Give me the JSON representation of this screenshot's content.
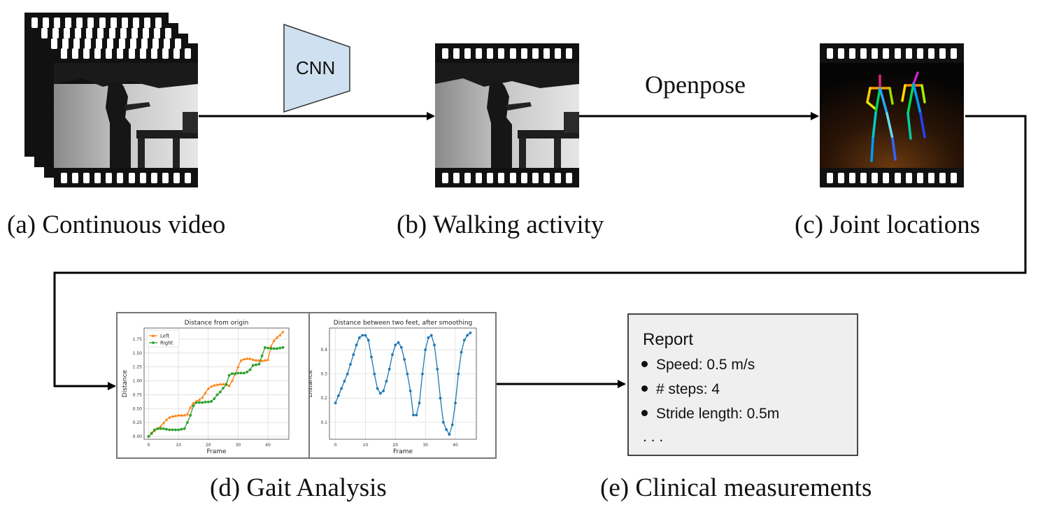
{
  "stages": {
    "a": {
      "label": "(a) Continuous video"
    },
    "b": {
      "label": "(b) Walking activity"
    },
    "c": {
      "label": "(c) Joint locations"
    },
    "d": {
      "label": "(d) Gait Analysis"
    },
    "e": {
      "label": "(e) Clinical measurements"
    }
  },
  "arrows": {
    "cnn_label": "CNN",
    "openpose_label": "Openpose"
  },
  "report": {
    "title": "Report",
    "items": [
      "Speed: 0.5 m/s",
      "# steps: 4",
      "Stride length: 0.5m"
    ],
    "ellipsis": ". . ."
  },
  "colors": {
    "cnn_fill": "#cfe0f0",
    "left_series": "#ff7f0e",
    "right_series": "#2ca02c",
    "smooth_series": "#1f77b4",
    "report_bg": "#efefef"
  },
  "chart_data": [
    {
      "type": "line",
      "title": "Distance from origin",
      "xlabel": "Frame",
      "ylabel": "Distance",
      "xlim": [
        -1.5,
        47
      ],
      "ylim": [
        -0.05,
        1.95
      ],
      "xticks": [
        0,
        10,
        20,
        30,
        40
      ],
      "yticks": [
        0.0,
        0.25,
        0.5,
        0.75,
        1.0,
        1.25,
        1.5,
        1.75
      ],
      "ytick_labels": [
        "0.00",
        "0.25",
        "0.50",
        "0.75",
        "1.00",
        "1.25",
        "1.50",
        "1.75"
      ],
      "grid": true,
      "legend": "top-left",
      "x": [
        0,
        1,
        2,
        3,
        4,
        5,
        6,
        7,
        8,
        9,
        10,
        11,
        12,
        13,
        14,
        15,
        16,
        17,
        18,
        19,
        20,
        21,
        22,
        23,
        24,
        25,
        26,
        27,
        28,
        29,
        30,
        31,
        32,
        33,
        34,
        35,
        36,
        37,
        38,
        39,
        40,
        41,
        42,
        43,
        44,
        45
      ],
      "series": [
        {
          "name": "Left",
          "marker": "triangle",
          "color": "#ff7f0e",
          "values": [
            0.0,
            0.05,
            0.1,
            0.14,
            0.18,
            0.24,
            0.3,
            0.34,
            0.36,
            0.37,
            0.38,
            0.38,
            0.38,
            0.4,
            0.52,
            0.6,
            0.63,
            0.66,
            0.7,
            0.78,
            0.86,
            0.9,
            0.92,
            0.93,
            0.94,
            0.94,
            0.95,
            0.91,
            1.0,
            1.12,
            1.25,
            1.37,
            1.39,
            1.4,
            1.4,
            1.38,
            1.37,
            1.37,
            1.36,
            1.37,
            1.38,
            1.62,
            1.72,
            1.78,
            1.82,
            1.88
          ]
        },
        {
          "name": "Right",
          "marker": "circle",
          "color": "#2ca02c",
          "values": [
            0.0,
            0.06,
            0.12,
            0.14,
            0.14,
            0.14,
            0.13,
            0.12,
            0.12,
            0.12,
            0.12,
            0.13,
            0.14,
            0.25,
            0.38,
            0.55,
            0.61,
            0.61,
            0.61,
            0.62,
            0.62,
            0.63,
            0.68,
            0.75,
            0.8,
            0.87,
            0.93,
            1.1,
            1.13,
            1.13,
            1.14,
            1.14,
            1.14,
            1.16,
            1.2,
            1.28,
            1.29,
            1.3,
            1.45,
            1.6,
            1.59,
            1.58,
            1.58,
            1.58,
            1.59,
            1.6
          ]
        }
      ]
    },
    {
      "type": "line",
      "title": "Distance between two feet, after smoothing",
      "xlabel": "Frame",
      "ylabel": "Distance",
      "xlim": [
        -2,
        47
      ],
      "ylim": [
        0.03,
        0.49
      ],
      "xticks": [
        0,
        10,
        20,
        30,
        40
      ],
      "yticks": [
        0.1,
        0.2,
        0.3,
        0.4
      ],
      "ytick_labels": [
        "0.1",
        "0.2",
        "0.3",
        "0.4"
      ],
      "grid": true,
      "x": [
        0,
        1,
        2,
        3,
        4,
        5,
        6,
        7,
        8,
        9,
        10,
        11,
        12,
        13,
        14,
        15,
        16,
        17,
        18,
        19,
        20,
        21,
        22,
        23,
        24,
        25,
        26,
        27,
        28,
        29,
        30,
        31,
        32,
        33,
        34,
        35,
        36,
        37,
        38,
        39,
        40,
        41,
        42,
        43,
        44,
        45
      ],
      "series": [
        {
          "name": "",
          "marker": "circle",
          "color": "#1f77b4",
          "values": [
            0.18,
            0.21,
            0.24,
            0.27,
            0.3,
            0.34,
            0.38,
            0.42,
            0.45,
            0.46,
            0.46,
            0.44,
            0.37,
            0.3,
            0.24,
            0.22,
            0.23,
            0.27,
            0.32,
            0.38,
            0.42,
            0.43,
            0.41,
            0.36,
            0.3,
            0.23,
            0.13,
            0.13,
            0.18,
            0.3,
            0.4,
            0.45,
            0.46,
            0.42,
            0.32,
            0.2,
            0.1,
            0.07,
            0.05,
            0.09,
            0.18,
            0.3,
            0.39,
            0.44,
            0.46,
            0.47
          ]
        }
      ]
    }
  ]
}
